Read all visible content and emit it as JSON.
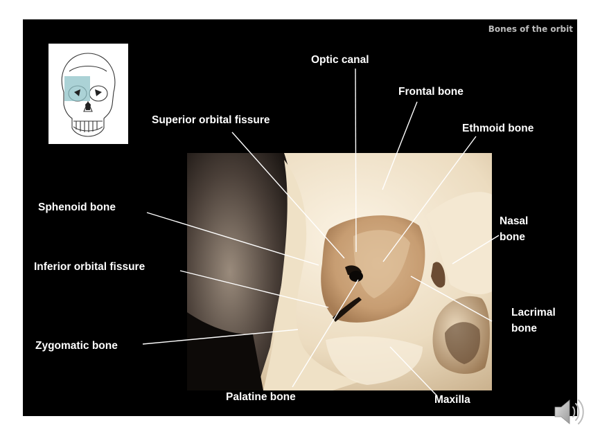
{
  "slide": {
    "corner_title": "Bones of the orbit"
  },
  "labels": {
    "optic_canal": "Optic canal",
    "frontal_bone": "Frontal bone",
    "superior_orbital_fissure": "Superior orbital fissure",
    "ethmoid_bone": "Ethmoid bone",
    "sphenoid_bone": "Sphenoid bone",
    "nasal_bone_1": "Nasal",
    "nasal_bone_2": "bone",
    "inferior_orbital_fissure": "Inferior orbital fissure",
    "lacrimal_bone_1": "Lacrimal",
    "lacrimal_bone_2": "bone",
    "zygomatic_bone": "Zygomatic bone",
    "palatine_bone": "Palatine bone",
    "maxilla": "Maxilla"
  },
  "colors": {
    "background": "#000000",
    "label_text": "#ffffff",
    "leader_line": "#ffffff",
    "highlight_box": "#8fc3c8"
  },
  "icons": {
    "audio": "speaker-icon"
  }
}
